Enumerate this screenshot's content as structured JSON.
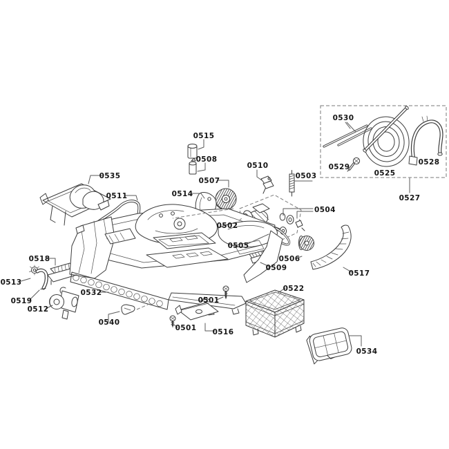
{
  "diagram": {
    "background": "#ffffff",
    "line_color": "#3b3b3b",
    "label_color": "#161616"
  },
  "parts": {
    "p0501": "0501",
    "p0502": "0502",
    "p0503": "0503",
    "p0504": "0504",
    "p0505": "0505",
    "p0506": "0506",
    "p0507": "0507",
    "p0508": "0508",
    "p0509": "0509",
    "p0510": "0510",
    "p0511": "0511",
    "p0512": "0512",
    "p0513": "0513",
    "p0514": "0514",
    "p0515": "0515",
    "p0516": "0516",
    "p0517": "0517",
    "p0518": "0518",
    "p0519": "0519",
    "p0522": "0522",
    "p0525": "0525",
    "p0527": "0527",
    "p0528": "0528",
    "p0529": "0529",
    "p0530": "0530",
    "p0532": "0532",
    "p0534": "0534",
    "p0535": "0535",
    "p0540": "0540"
  }
}
